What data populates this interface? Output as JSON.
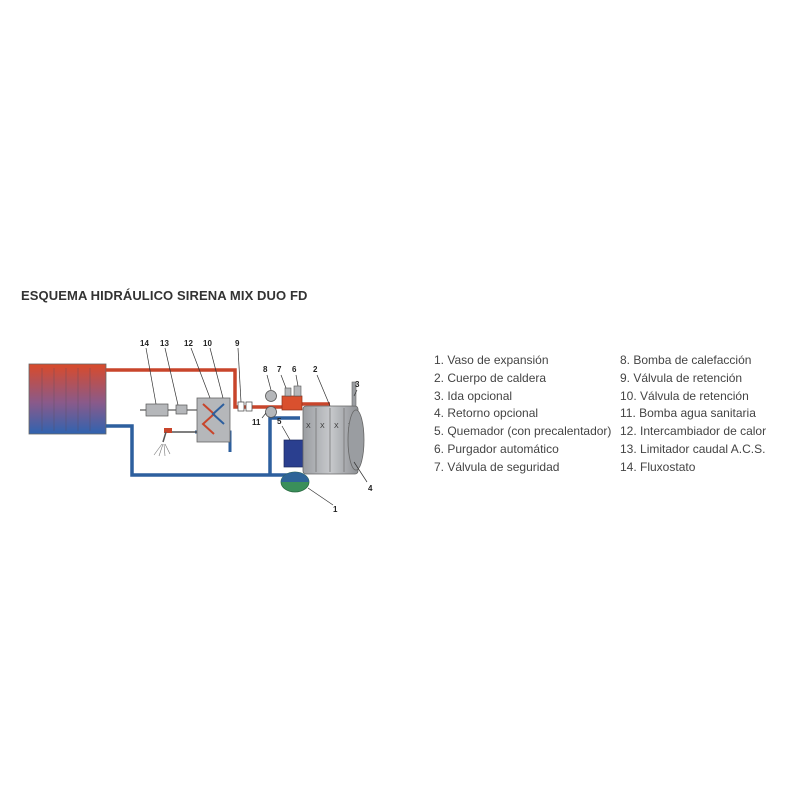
{
  "title": "ESQUEMA HIDRÁULICO SIRENA MIX DUO FD",
  "colors": {
    "hot_water": "#c8452b",
    "cold_water": "#2d5f9e",
    "component_grey": "#b5b7ba",
    "burner_blue": "#2a3f8f",
    "expansion_green": "#3a8f5a"
  },
  "callouts": [
    "1",
    "2",
    "3",
    "4",
    "5",
    "6",
    "7",
    "8",
    "9",
    "10",
    "11",
    "12",
    "13",
    "14"
  ],
  "legend": {
    "left": [
      "1. Vaso de expansión",
      "2. Cuerpo de caldera",
      "3. Ida opcional",
      "4. Retorno opcional",
      "5. Quemador (con precalentador)",
      "6. Purgador automático",
      "7. Válvula de seguridad"
    ],
    "right": [
      "8. Bomba de calefacción",
      "9. Válvula de retención",
      "10. Válvula de retención",
      "11. Bomba agua sanitaria",
      "12. Intercambiador de calor",
      "13. Limitador caudal A.C.S.",
      "14. Fluxostato"
    ]
  }
}
